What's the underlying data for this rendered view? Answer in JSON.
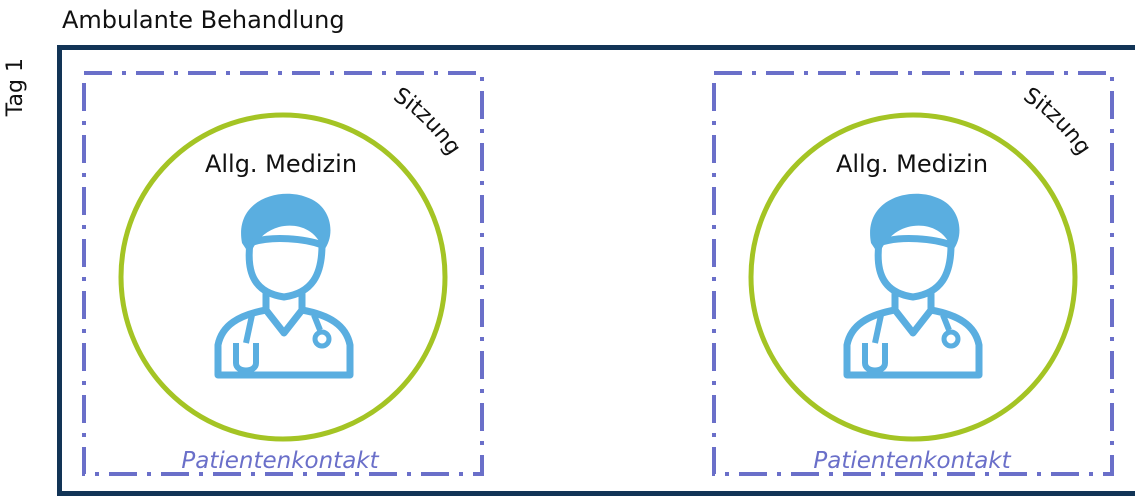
{
  "header": {
    "title": "Ambulante Behandlung"
  },
  "day_label": "Tag 1",
  "colors": {
    "frame": "#123456",
    "dashed": "#6a6fc9",
    "circle": "#a4c424",
    "icon": "#5aaee0"
  },
  "sessions": [
    {
      "label": "Sitzung",
      "specialty": "Allg. Medizin",
      "contact": "Patientenkontakt",
      "icon": "doctor-icon"
    },
    {
      "label": "Sitzung",
      "specialty": "Allg. Medizin",
      "contact": "Patientenkontakt",
      "icon": "doctor-icon"
    }
  ]
}
